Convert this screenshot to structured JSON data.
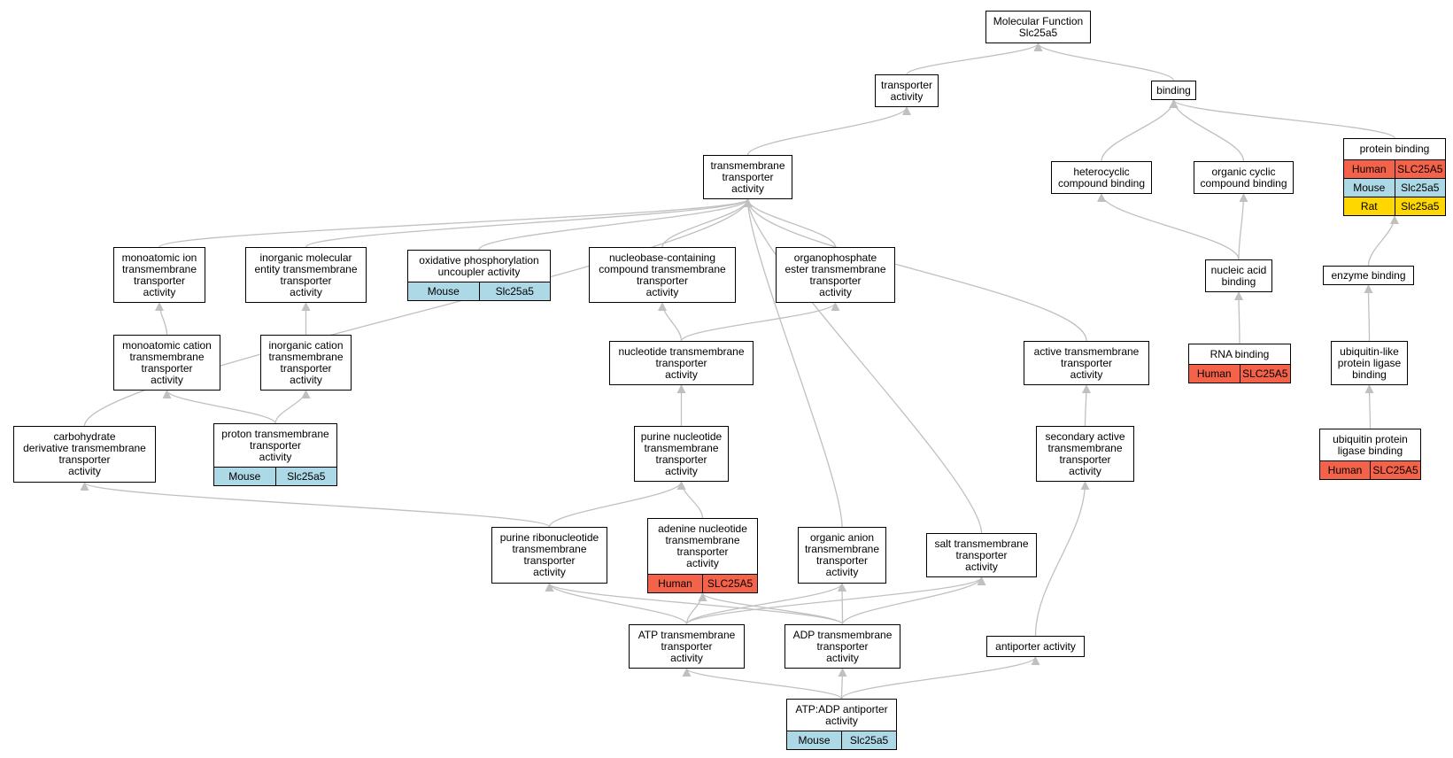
{
  "colors": {
    "edge": "#c0c0c0",
    "Human": "#f4624a",
    "Mouse": "#add8e6",
    "Rat": "#ffd700"
  },
  "nodes": {
    "mf": {
      "label": "Molecular Function\nSlc25a5",
      "rows": []
    },
    "transporter": {
      "label": "transporter\nactivity",
      "rows": []
    },
    "binding": {
      "label": "binding",
      "rows": []
    },
    "tm": {
      "label": "transmembrane\ntransporter\nactivity",
      "rows": []
    },
    "hetero": {
      "label": "heterocyclic\ncompound binding",
      "rows": []
    },
    "orgcyc": {
      "label": "organic cyclic\ncompound binding",
      "rows": []
    },
    "protbind": {
      "label": "protein binding",
      "rows": [
        [
          "Human",
          "SLC25A5"
        ],
        [
          "Mouse",
          "Slc25a5"
        ],
        [
          "Rat",
          "Slc25a5"
        ]
      ]
    },
    "monoion": {
      "label": "monoatomic ion\ntransmembrane\ntransporter\nactivity",
      "rows": []
    },
    "inorgmol": {
      "label": "inorganic molecular\nentity transmembrane\ntransporter\nactivity",
      "rows": []
    },
    "oxphos": {
      "label": "oxidative phosphorylation\nuncoupler activity",
      "rows": [
        [
          "Mouse",
          "Slc25a5"
        ]
      ]
    },
    "nucleobase": {
      "label": "nucleobase-containing\ncompound transmembrane\ntransporter\nactivity",
      "rows": []
    },
    "organophos": {
      "label": "organophosphate\nester transmembrane\ntransporter\nactivity",
      "rows": []
    },
    "nucacid": {
      "label": "nucleic acid\nbinding",
      "rows": []
    },
    "enzyme": {
      "label": "enzyme binding",
      "rows": []
    },
    "monocation": {
      "label": "monoatomic cation\ntransmembrane\ntransporter\nactivity",
      "rows": []
    },
    "inorgcation": {
      "label": "inorganic cation\ntransmembrane\ntransporter\nactivity",
      "rows": []
    },
    "nucleotide": {
      "label": "nucleotide transmembrane\ntransporter\nactivity",
      "rows": []
    },
    "active": {
      "label": "active transmembrane\ntransporter\nactivity",
      "rows": []
    },
    "rna": {
      "label": "RNA binding",
      "rows": [
        [
          "Human",
          "SLC25A5"
        ]
      ]
    },
    "ubl": {
      "label": "ubiquitin-like\nprotein ligase\nbinding",
      "rows": []
    },
    "carb": {
      "label": "carbohydrate\nderivative transmembrane\ntransporter\nactivity",
      "rows": []
    },
    "proton": {
      "label": "proton transmembrane\ntransporter\nactivity",
      "rows": [
        [
          "Mouse",
          "Slc25a5"
        ]
      ]
    },
    "purine": {
      "label": "purine nucleotide\ntransmembrane\ntransporter\nactivity",
      "rows": []
    },
    "secondary": {
      "label": "secondary active\ntransmembrane\ntransporter\nactivity",
      "rows": []
    },
    "ubiq": {
      "label": "ubiquitin protein\nligase binding",
      "rows": [
        [
          "Human",
          "SLC25A5"
        ]
      ]
    },
    "purribo": {
      "label": "purine ribonucleotide\ntransmembrane\ntransporter\nactivity",
      "rows": []
    },
    "adenine": {
      "label": "adenine nucleotide\ntransmembrane\ntransporter\nactivity",
      "rows": [
        [
          "Human",
          "SLC25A5"
        ]
      ]
    },
    "organion": {
      "label": "organic anion\ntransmembrane\ntransporter\nactivity",
      "rows": []
    },
    "salt": {
      "label": "salt transmembrane\ntransporter\nactivity",
      "rows": []
    },
    "atp": {
      "label": "ATP transmembrane\ntransporter\nactivity",
      "rows": []
    },
    "adp": {
      "label": "ADP transmembrane\ntransporter\nactivity",
      "rows": []
    },
    "antiporter": {
      "label": "antiporter activity",
      "rows": []
    },
    "atpadp": {
      "label": "ATP:ADP antiporter\nactivity",
      "rows": [
        [
          "Mouse",
          "Slc25a5"
        ]
      ]
    }
  },
  "edges": [
    [
      "transporter",
      "mf"
    ],
    [
      "binding",
      "mf"
    ],
    [
      "tm",
      "transporter"
    ],
    [
      "hetero",
      "binding"
    ],
    [
      "orgcyc",
      "binding"
    ],
    [
      "protbind",
      "binding"
    ],
    [
      "monoion",
      "tm"
    ],
    [
      "inorgmol",
      "tm"
    ],
    [
      "oxphos",
      "tm"
    ],
    [
      "nucleobase",
      "tm"
    ],
    [
      "organophos",
      "tm"
    ],
    [
      "carb",
      "tm"
    ],
    [
      "organion",
      "tm"
    ],
    [
      "salt",
      "tm"
    ],
    [
      "active",
      "tm"
    ],
    [
      "nucacid",
      "hetero"
    ],
    [
      "nucacid",
      "orgcyc"
    ],
    [
      "enzyme",
      "protbind"
    ],
    [
      "monocation",
      "monoion"
    ],
    [
      "inorgcation",
      "inorgmol"
    ],
    [
      "nucleotide",
      "nucleobase"
    ],
    [
      "nucleotide",
      "organophos"
    ],
    [
      "rna",
      "nucacid"
    ],
    [
      "ubl",
      "enzyme"
    ],
    [
      "ubiq",
      "ubl"
    ],
    [
      "proton",
      "monocation"
    ],
    [
      "proton",
      "inorgcation"
    ],
    [
      "purine",
      "nucleotide"
    ],
    [
      "secondary",
      "active"
    ],
    [
      "purribo",
      "purine"
    ],
    [
      "purribo",
      "carb"
    ],
    [
      "adenine",
      "purine"
    ],
    [
      "atp",
      "purribo"
    ],
    [
      "atp",
      "adenine"
    ],
    [
      "atp",
      "organion"
    ],
    [
      "atp",
      "salt"
    ],
    [
      "adp",
      "purribo"
    ],
    [
      "adp",
      "adenine"
    ],
    [
      "adp",
      "organion"
    ],
    [
      "adp",
      "salt"
    ],
    [
      "antiporter",
      "secondary"
    ],
    [
      "atpadp",
      "atp"
    ],
    [
      "atpadp",
      "adp"
    ],
    [
      "atpadp",
      "antiporter"
    ]
  ]
}
